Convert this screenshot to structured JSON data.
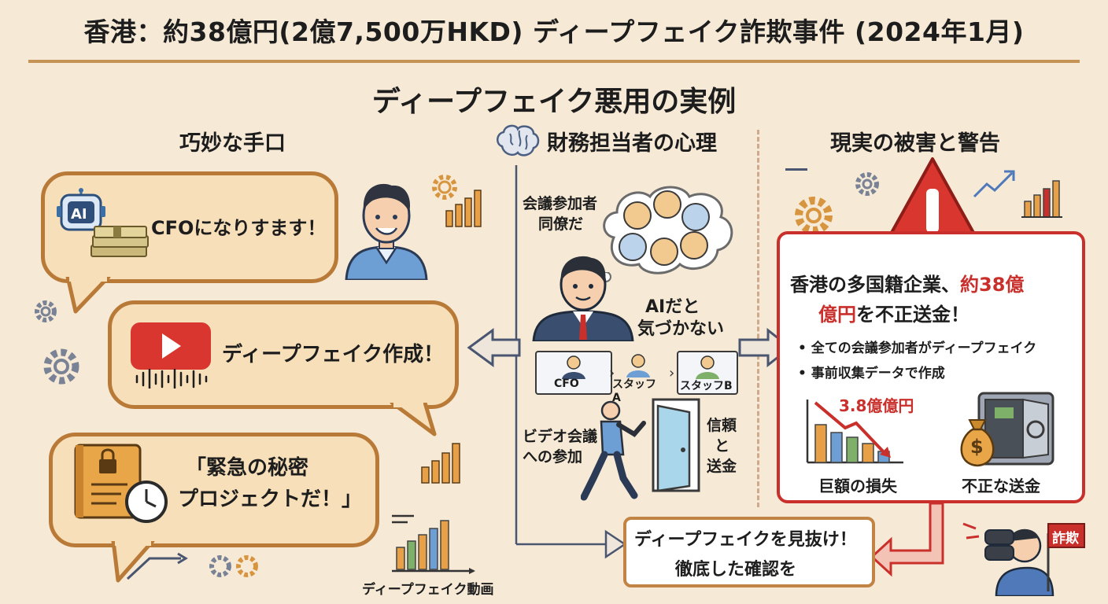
{
  "header": {
    "title": "香港：約38億円(2億7,500万HKD) ディープフェイク詐欺事件 (2024年1月)",
    "subtitle": "ディープフェイク悪用の実例"
  },
  "columns": {
    "left": "巧妙な手口",
    "middle": "財務担当者の心理",
    "right": "現実の被害と警告"
  },
  "left": {
    "ai_badge": "AI",
    "bubble1": "CFOになりすます！",
    "bubble2": "ディープフェイク作成！",
    "bubble3_line1": "「緊急の秘密",
    "bubble3_line2": "プロジェクトだ！」",
    "video_caption": "ディープフェイク動画"
  },
  "middle": {
    "thought_line1": "会議参加者",
    "thought_line2": "同僚だ",
    "ai_line1": "AIだと",
    "ai_line2": "気づかない",
    "participants": [
      "CFO",
      "スタッフA",
      "スタッフB"
    ],
    "join_line1": "ビデオ会議",
    "join_line2": "への参加",
    "trust_line1": "信頼",
    "trust_line2": "と",
    "trust_line3": "送金"
  },
  "right": {
    "headline_a": "香港の多国籍企業、",
    "headline_b": "約38億",
    "headline_c": "億円",
    "headline_d": "を不正送金！",
    "bullets": [
      "全ての会議参加者がディープフェイク",
      "事前収集データで作成"
    ],
    "loss_amount": "3.8億億円",
    "loss_label": "巨額の損失",
    "transfer_label": "不正な送金",
    "money_symbol": "$",
    "sign_text": "詐欺"
  },
  "conclusion": {
    "line1": "ディープフェイクを見抜け！",
    "line2": "徹底した確認を"
  },
  "colors": {
    "background": "#f6ead7",
    "bubble_fill": "#f6dfb9",
    "bubble_border": "#b97937",
    "warning_red": "#c9302c",
    "accent_orange": "#d8953f",
    "accent_blue": "#4f79b8"
  },
  "icons": [
    "ai-robot-icon",
    "money-stack-icon",
    "video-play-icon",
    "locked-document-icon",
    "clock-icon",
    "gear-icon",
    "bar-chart-icon",
    "brain-icon",
    "warning-triangle-icon",
    "safe-icon",
    "money-bag-icon",
    "binoculars-icon"
  ]
}
